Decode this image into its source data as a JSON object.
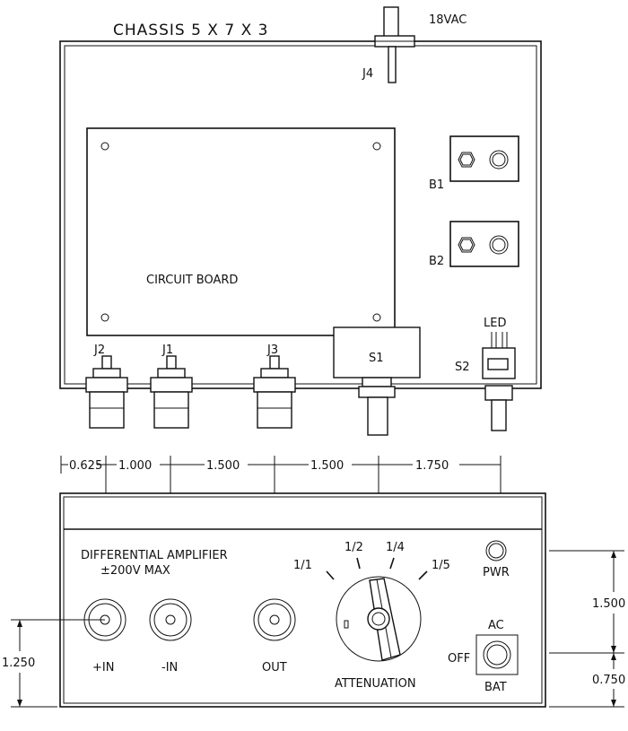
{
  "top_view": {
    "chassis_label": "CHASSIS 5 X 7 X 3",
    "power_label": "18VAC",
    "j4_label": "J4",
    "circuit_board_label": "CIRCUIT BOARD",
    "b1_label": "B1",
    "b2_label": "B2",
    "led_label": "LED",
    "s1_label": "S1",
    "s2_label": "S2",
    "j1_label": "J1",
    "j2_label": "J2",
    "j3_label": "J3"
  },
  "dimensions": {
    "d1": "0.625",
    "d2": "1.000",
    "d3": "1.500",
    "d4": "1.500",
    "d5": "1.750",
    "right_upper": "1.500",
    "right_lower": "0.750",
    "left": "1.250"
  },
  "front_panel": {
    "title_line1": "DIFFERENTIAL AMPLIFIER",
    "title_line2": "±200V MAX",
    "plus_in": "+IN",
    "minus_in": "-IN",
    "out": "OUT",
    "attenuation": "ATTENUATION",
    "atten_1_1": "1/1",
    "atten_1_2": "1/2",
    "atten_1_4": "1/4",
    "atten_1_5": "1/5",
    "pwr": "PWR",
    "ac": "AC",
    "off": "OFF",
    "bat": "BAT"
  }
}
